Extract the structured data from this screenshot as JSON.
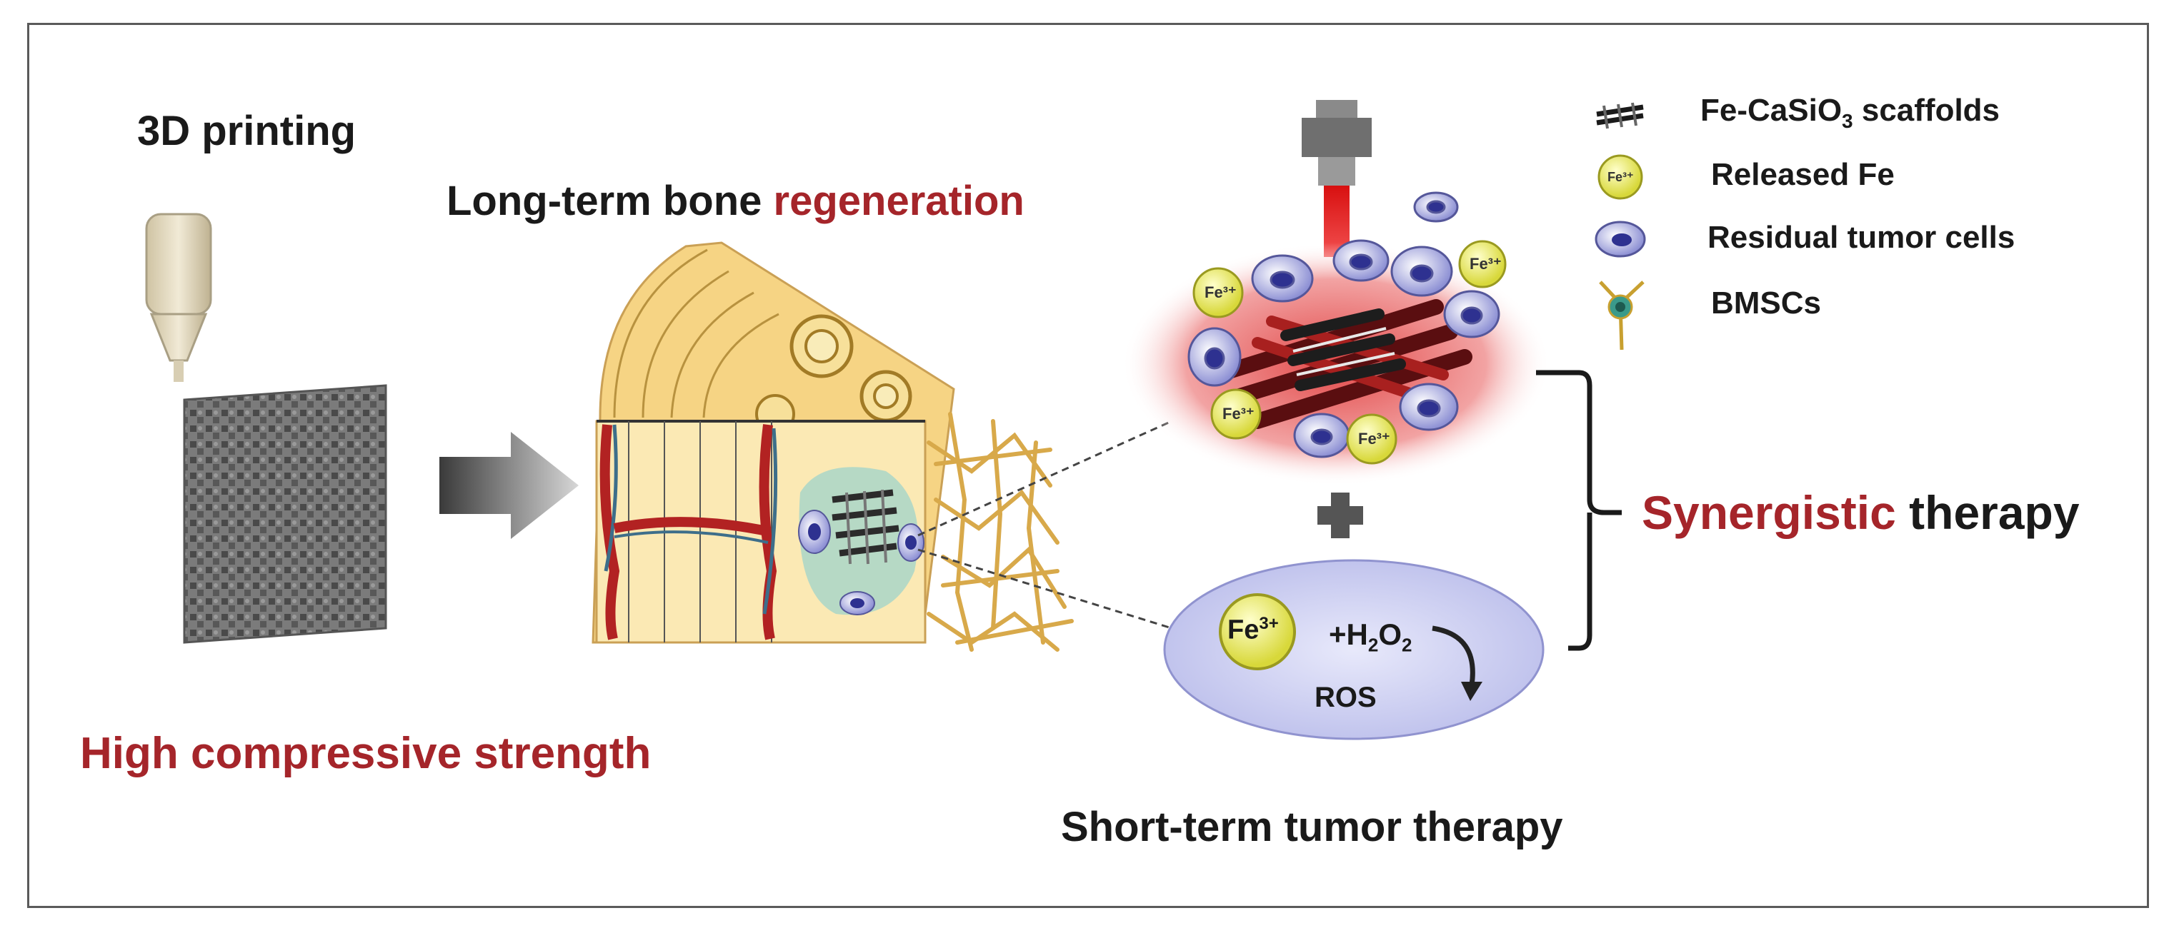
{
  "labels": {
    "printing": "3D printing",
    "bone_prefix": "Long-term bone ",
    "bone_highlight": "regeneration",
    "strength": "High compressive strength",
    "synergy_highlight": "Synergistic",
    "synergy_suffix": " therapy",
    "short_term": "Short-term tumor therapy"
  },
  "legend": {
    "scaffold": {
      "main": "Fe-CaSiO",
      "sub": "3",
      "tail": " scaffolds"
    },
    "fe": "Released Fe",
    "tumor": "Residual tumor cells",
    "bmsc": "BMSCs"
  },
  "ion": {
    "symbol": "Fe",
    "charge": "3+"
  },
  "reaction": {
    "plus": "+H",
    "sub": "2",
    "o": "O",
    "sub2": "2",
    "ros": "ROS"
  },
  "colors": {
    "accent_red": "#a5252a",
    "laser_red": "#e01818",
    "bone": "#f2c66b",
    "ros_ellipse": "#c9cbef",
    "fe_ion": "#f0f070"
  }
}
